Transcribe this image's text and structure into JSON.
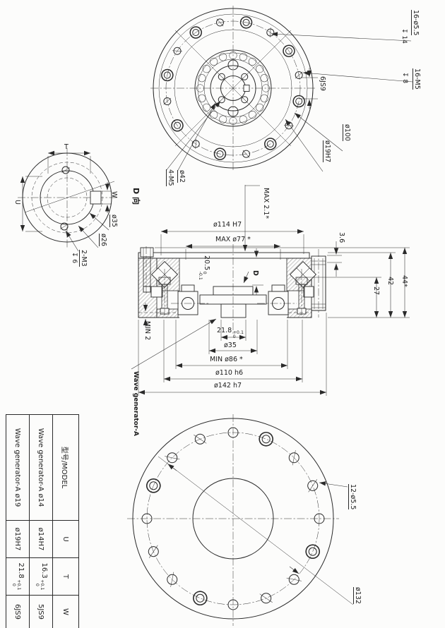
{
  "top_view": {
    "label_16_holes": "16-ø5.5",
    "label_16_holes_depth": "↧ 14",
    "label_16_m5": "16-M5",
    "label_16_m5_depth": "↧ 8",
    "label_keyway_fit": "6JS9",
    "label_bolt_circle": "ø100",
    "label_bore": "ø19H7",
    "label_hub": "ø42",
    "label_hub_holes": "4-M5"
  },
  "d_view": {
    "title": "D 向",
    "dim_t": "T",
    "dim_u": "U",
    "dim_w": "W",
    "label_d35": "ø35",
    "label_d26": "ø26",
    "label_holes": "2-M3",
    "label_holes_depth": "↧ 6"
  },
  "section": {
    "max_clearance": "MAX 2.1*",
    "dim_114": "ø114 H7",
    "dim_77": "MAX ø77 *",
    "dim_205": {
      "v": "20.5",
      "sup": "0",
      "sub": "-0.1"
    },
    "view_d": "D",
    "dim_36": "3.6",
    "dim_27": "27",
    "dim_42": "42",
    "dim_44": "44*",
    "min_2": "MIN 2",
    "dim_218": {
      "v": "21.8",
      "sup": "+0.1",
      "sub": "0"
    },
    "dim_35": "ø35",
    "dim_86": "MIN ø86 *",
    "dim_110": "ø110 h6",
    "dim_142": "ø142 h7",
    "callout_wave_gen": "Wave generator-A"
  },
  "bottom_view": {
    "label_12_holes": "12-ø5.5",
    "label_bc": "ø132"
  },
  "table": {
    "col_model": "型号/MODEL",
    "col_u": "U",
    "col_t": "T",
    "col_w": "W",
    "rows": [
      {
        "model": "Wave generator-A ø14",
        "u": "ø14H7",
        "t": "16.3",
        "t_sup": "+0.1",
        "t_sub": "0",
        "w": "5JS9"
      },
      {
        "model": "Wave generator-A ø19",
        "u": "ø19H7",
        "t": "21.8",
        "t_sup": "+0.1",
        "t_sub": "0",
        "w": "6JS9"
      }
    ]
  }
}
